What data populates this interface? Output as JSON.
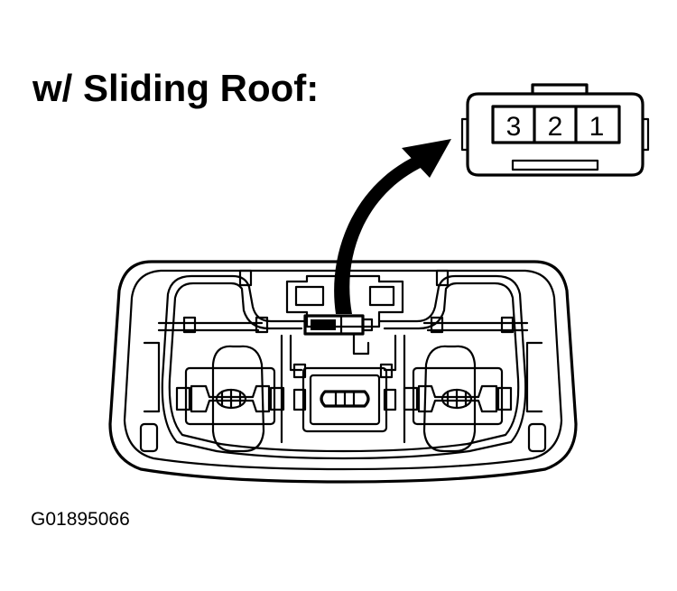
{
  "diagram": {
    "title": "w/ Sliding Roof:",
    "figure_id": "G01895066",
    "connector": {
      "pins": [
        "3",
        "2",
        "1"
      ]
    },
    "colors": {
      "line": "#000000",
      "background": "#ffffff"
    }
  }
}
